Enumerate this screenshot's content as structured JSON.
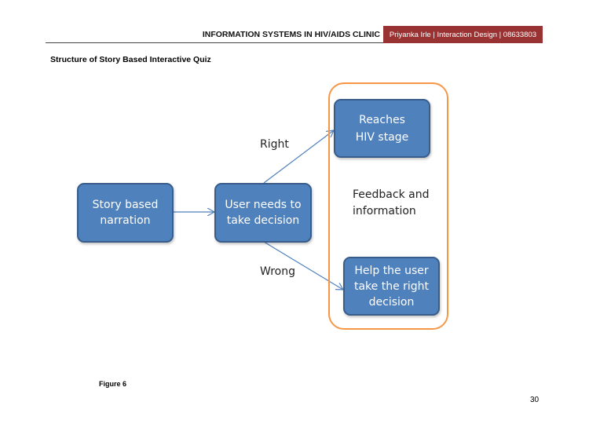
{
  "header": {
    "title": "INFORMATION SYSTEMS IN HIV/AIDS CLINIC",
    "banner": "Priyanka Irle | Interaction Design | 08633803",
    "banner_color": "#993333"
  },
  "heading": "Structure of Story Based Interactive Quiz",
  "diagram": {
    "nodes": {
      "story": {
        "line1": "Story based",
        "line2": "narration"
      },
      "decision": {
        "line1": "User needs to",
        "line2": "take decision"
      },
      "reaches": {
        "line1": "Reaches",
        "line2": "HIV stage"
      },
      "help": {
        "line1": "Help the user",
        "line2": "take the right",
        "line3": "decision"
      }
    },
    "group": {
      "line1": "Feedback and",
      "line2": "information"
    },
    "edges": {
      "right": "Right",
      "wrong": "Wrong"
    },
    "colors": {
      "box_fill": "#4f81bd",
      "box_border": "#385d8a",
      "group_border": "#f79646",
      "arrow": "#4f81bd"
    }
  },
  "figure_caption": "Figure 6",
  "page_number": "30"
}
